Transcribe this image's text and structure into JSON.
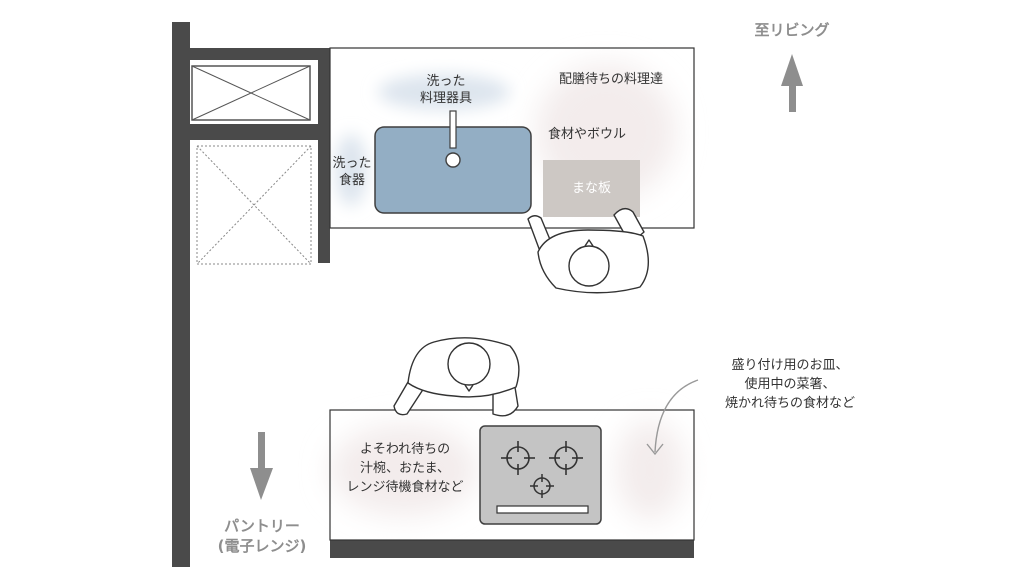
{
  "direction_labels": {
    "living": "至リビング",
    "pantry_line1": "パントリー",
    "pantry_line2": "(電子レンジ)"
  },
  "sink_area": {
    "washed_tools_line1": "洗った",
    "washed_tools_line2": "料理器具",
    "washed_dishes_line1": "洗った",
    "washed_dishes_line2": "食器"
  },
  "counter_labels": {
    "waiting_dishes": "配膳待ちの料理達",
    "ingredients_bowl": "食材やボウル",
    "cutting_board": "まな板"
  },
  "stove_area": {
    "left_note_line1": "よそわれ待ちの",
    "left_note_line2": "汁椀、おたま、",
    "left_note_line3": "レンジ待機食材など",
    "right_note_line1": "盛り付け用のお皿、",
    "right_note_line2": "使用中の菜箸、",
    "right_note_line3": "焼かれ待ちの食材など"
  },
  "colors": {
    "wall": "#4a4a4a",
    "sink": "#93aec4",
    "stove": "#c4c4c4",
    "cutting_board": "#cdc8c4",
    "arrow": "#8e8e8e",
    "blue_zone": "#dde5ee",
    "pink_zone": "#f3ecec"
  }
}
